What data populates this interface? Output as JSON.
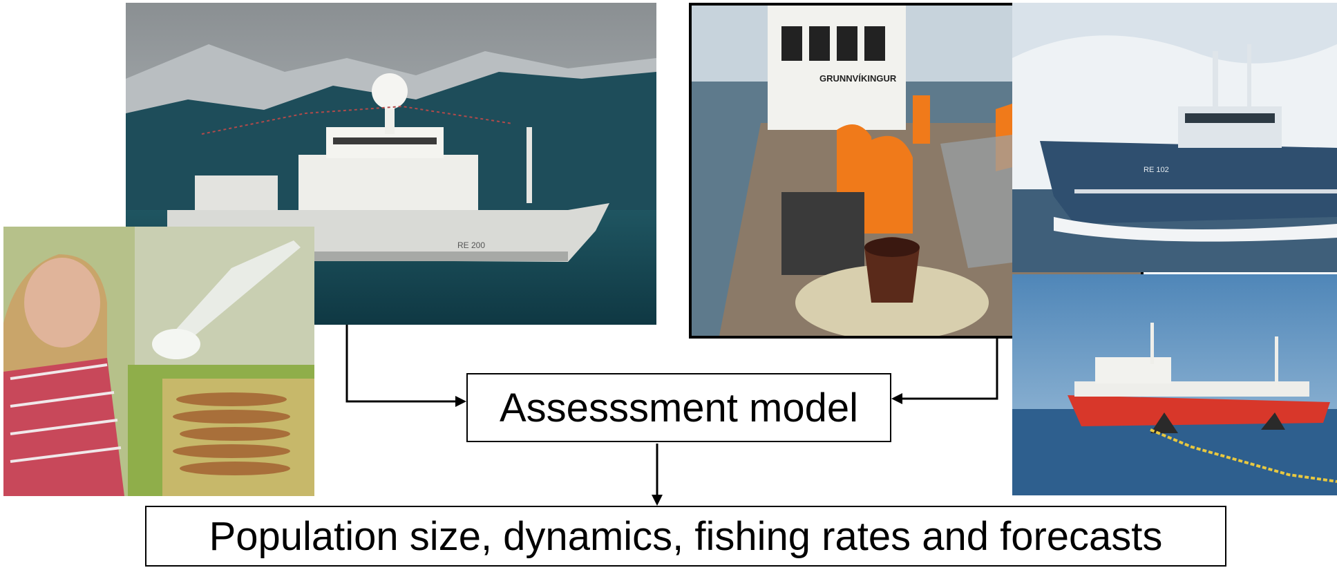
{
  "photos": {
    "research_vessel": {
      "hull_marking": "RE 200"
    },
    "fishing_crew": {
      "boat_name": "GRUNNVÍKINGUR"
    },
    "blue_trawler": {
      "hull_marking": "RE 102"
    },
    "lab_sampling": {},
    "red_purse_seiner": {}
  },
  "diagram": {
    "model_label": "Assesssment model",
    "result_label": "Population size, dynamics, fishing rates and forecasts"
  },
  "colors": {
    "line": "#000000",
    "box_border": "#000000",
    "text": "#000000"
  }
}
